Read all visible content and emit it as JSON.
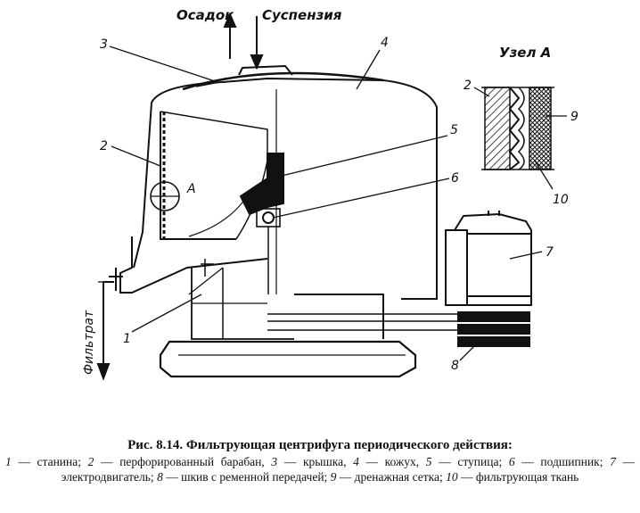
{
  "labels": {
    "osadok": "Осадок",
    "suspenziya": "Суспензия",
    "filtrat": "Фильтрат",
    "uzel": "Узел А",
    "a_mark": "А",
    "n1": "1",
    "n2": "2",
    "n2b": "2",
    "n3": "3",
    "n4": "4",
    "n5": "5",
    "n6": "6",
    "n7": "7",
    "n8": "8",
    "n9": "9",
    "n10": "10"
  },
  "caption": {
    "title": "Рис. 8.14. Фильтрующая центрифуга периодического действия:",
    "items": [
      {
        "num": "1",
        "text": " — станина; "
      },
      {
        "num": "2",
        "text": " — перфорированный барабан, "
      },
      {
        "num": "3",
        "text": " — крышка, "
      },
      {
        "num": "4",
        "text": " — кожух, "
      },
      {
        "num": "5",
        "text": " — ступица; "
      },
      {
        "num": "6",
        "text": " — подшипник; "
      },
      {
        "num": "7",
        "text": " — электродвигатель; "
      },
      {
        "num": "8",
        "text": " — шкив с ременной передачей; "
      },
      {
        "num": "9",
        "text": " — дренажная сетка; "
      },
      {
        "num": "10",
        "text": " — фильтрующая ткань"
      }
    ]
  }
}
